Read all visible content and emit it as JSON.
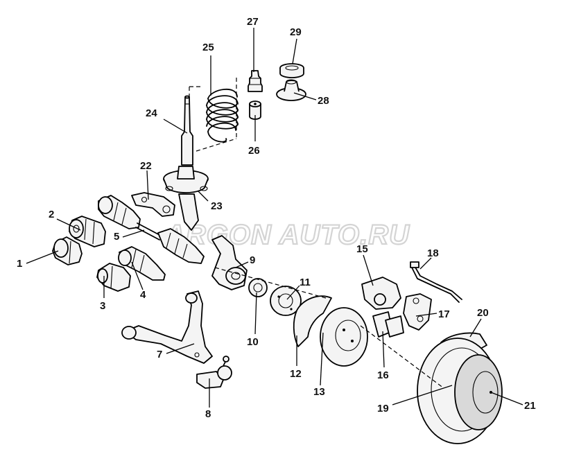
{
  "watermark": {
    "text": "ARGON AUTO.RU"
  },
  "callouts": [
    {
      "id": "1",
      "text": "1"
    },
    {
      "id": "2",
      "text": "2"
    },
    {
      "id": "3",
      "text": "3"
    },
    {
      "id": "4",
      "text": "4"
    },
    {
      "id": "5",
      "text": "5"
    },
    {
      "id": "7",
      "text": "7"
    },
    {
      "id": "8",
      "text": "8"
    },
    {
      "id": "9",
      "text": "9"
    },
    {
      "id": "10",
      "text": "10"
    },
    {
      "id": "11",
      "text": "11"
    },
    {
      "id": "12",
      "text": "12"
    },
    {
      "id": "13",
      "text": "13"
    },
    {
      "id": "15",
      "text": "15"
    },
    {
      "id": "16",
      "text": "16"
    },
    {
      "id": "17",
      "text": "17"
    },
    {
      "id": "18",
      "text": "18"
    },
    {
      "id": "19",
      "text": "19"
    },
    {
      "id": "20",
      "text": "20"
    },
    {
      "id": "21",
      "text": "21"
    },
    {
      "id": "22",
      "text": "22"
    },
    {
      "id": "23",
      "text": "23"
    },
    {
      "id": "24",
      "text": "24"
    },
    {
      "id": "25",
      "text": "25"
    },
    {
      "id": "26",
      "text": "26"
    },
    {
      "id": "27",
      "text": "27"
    },
    {
      "id": "28",
      "text": "28"
    },
    {
      "id": "29",
      "text": "29"
    }
  ]
}
